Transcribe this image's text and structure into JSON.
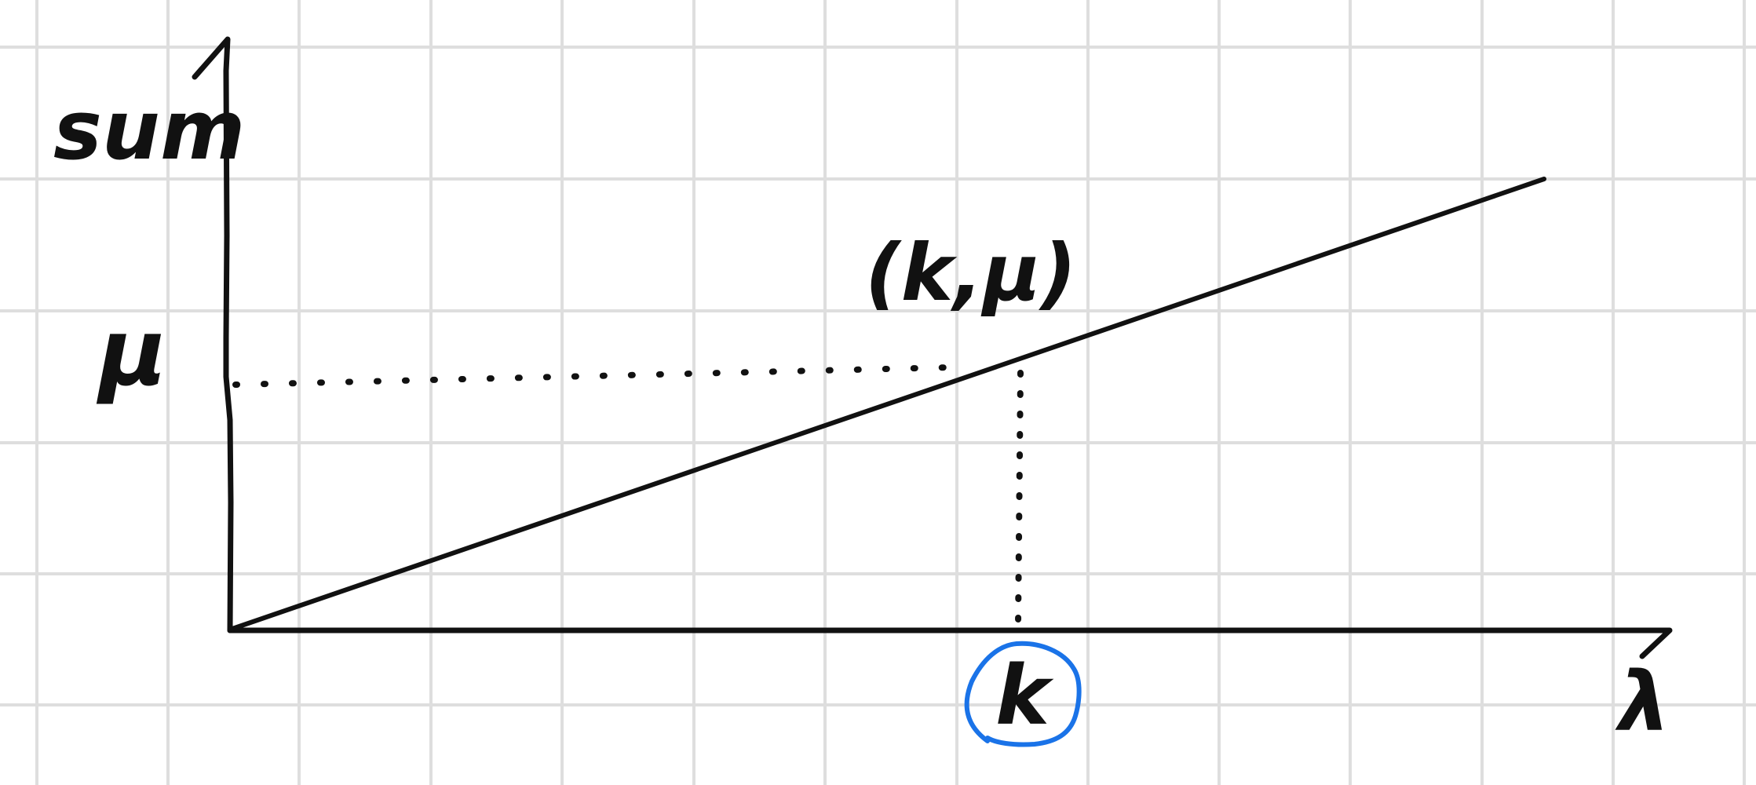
{
  "diagram": {
    "y_axis_label": "sum",
    "x_axis_label": "λ",
    "point_label": "(k,μ)",
    "y_tick_label": "μ",
    "x_tick_label": "k",
    "colors": {
      "ink": "#111111",
      "grid": "#dedede",
      "highlight": "#1a73e8",
      "background": "#ffffff"
    }
  }
}
